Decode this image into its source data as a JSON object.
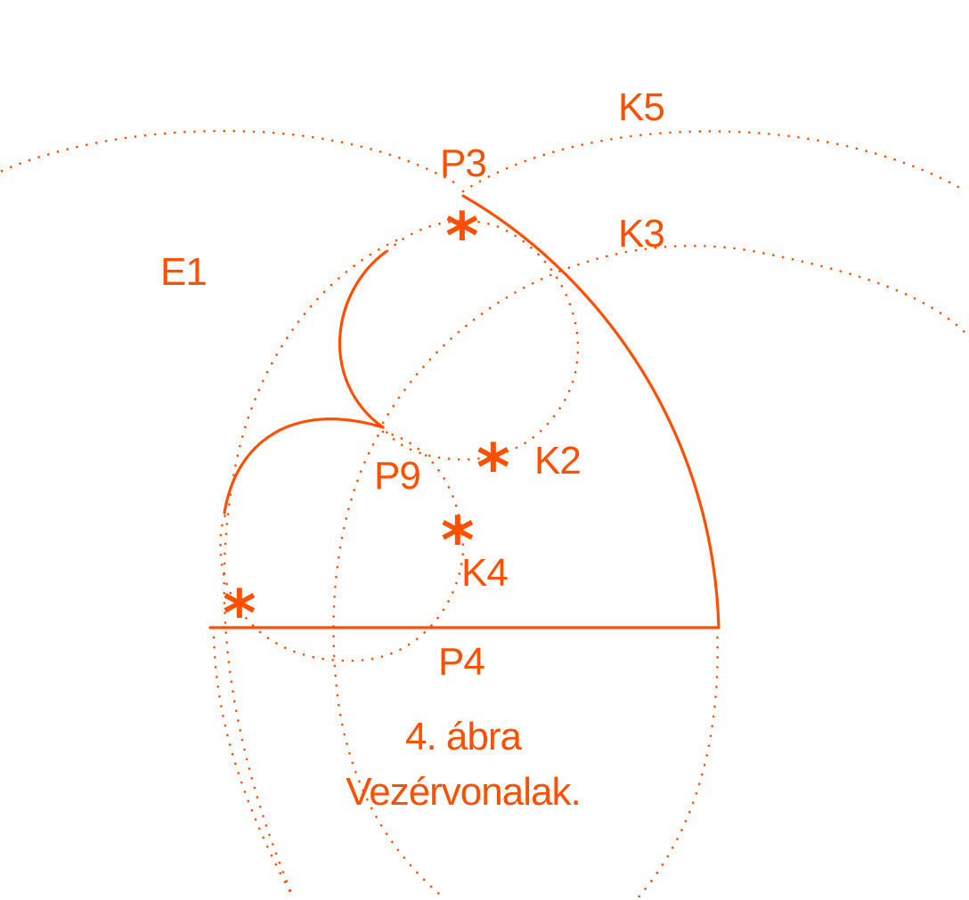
{
  "figure": {
    "number": "4. ábra",
    "caption": "Vezérvonalak."
  },
  "labels": {
    "k5": "K5",
    "p3": "P3",
    "k3": "K3",
    "e1": "E1",
    "k2": "K2",
    "p9": "P9",
    "k4": "K4",
    "p4": "P4"
  },
  "marker_symbol": "*",
  "colors": {
    "stroke": "#FF5000",
    "background": "#FFFFFF"
  }
}
